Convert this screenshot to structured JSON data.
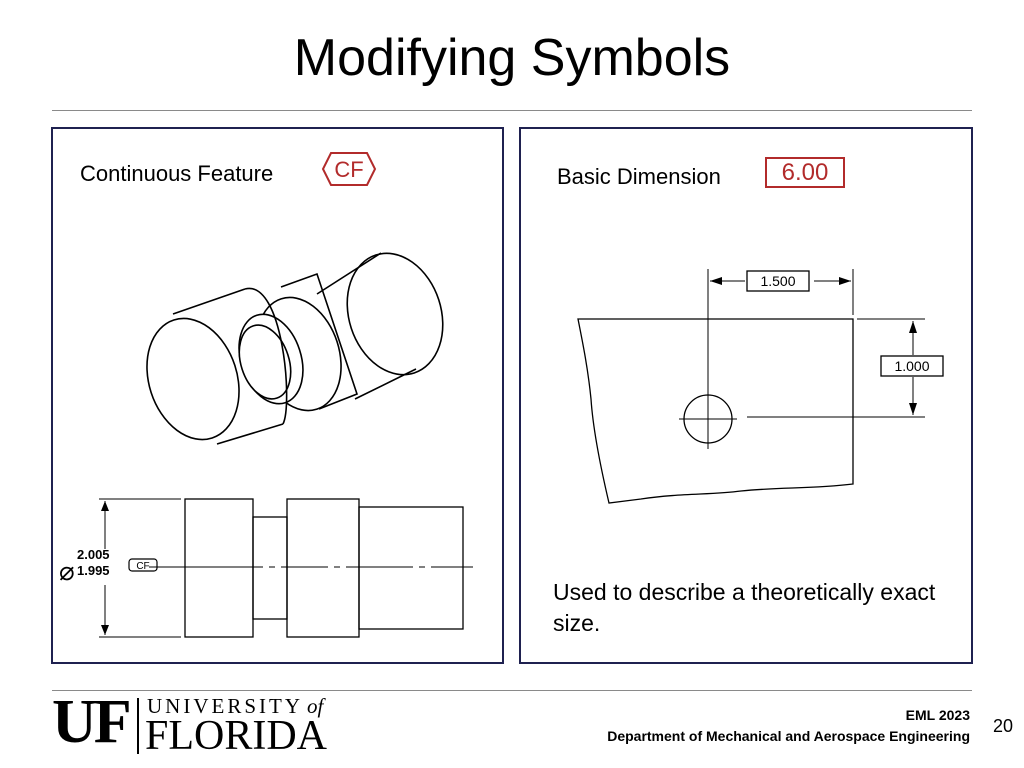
{
  "slide": {
    "title": "Modifying Symbols",
    "page_number": "20"
  },
  "left_panel": {
    "label": "Continuous Feature",
    "symbol": "CF",
    "dimension": {
      "diameter_symbol": "⌀",
      "upper": "2.005",
      "lower": "1.995",
      "modifier": "CF"
    }
  },
  "right_panel": {
    "label": "Basic Dimension",
    "basic_value": "6.00",
    "horizontal_dim": "1.500",
    "vertical_dim": "1.000",
    "description": "Used to describe a theoretically exact size."
  },
  "footer": {
    "logo_letters": "UF",
    "logo_university": "UNIVERSITY",
    "logo_of": "of",
    "logo_florida": "FLORIDA",
    "course": "EML 2023",
    "department": "Department of Mechanical and Aerospace Engineering"
  },
  "colors": {
    "accent_red": "#b22b2b",
    "panel_border": "#1f2150",
    "rule": "#8a8a8a"
  }
}
